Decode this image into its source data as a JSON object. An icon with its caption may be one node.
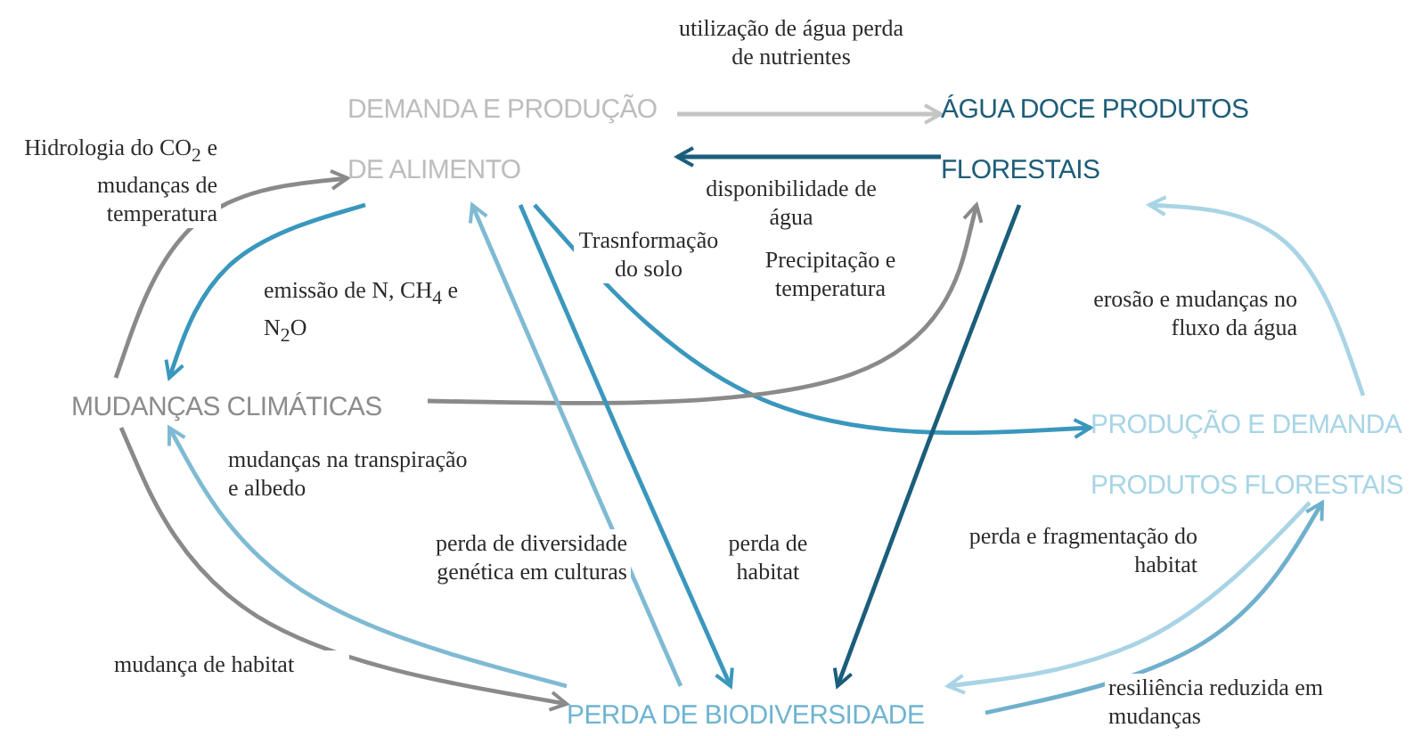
{
  "diagram": {
    "nodes": [
      {
        "text": [
          "DEMANDA E PRODUÇÃO DE ALIMENTO"
        ]
      },
      {
        "text": [
          "ÁGUA DOCE PRODUTOS FLORESTAIS"
        ]
      },
      {
        "text": [
          "MUDANÇAS CLIMÁTICAS"
        ]
      },
      {
        "text": [
          "PRODUÇÃO E DEMANDA PRODUTOS FLORESTAIS"
        ]
      },
      {
        "text": [
          "PERDA DE BIODIVERSIDADE"
        ]
      }
    ],
    "edges": [
      {
        "from": 0,
        "to": 1,
        "arrow": "to",
        "label": "utilização de água perda de nutrientes",
        "color": "#c4c4c4"
      },
      {
        "from": 1,
        "to": 0,
        "arrow": "to",
        "label": "disponibilidade de água",
        "color": "#1b5e7b"
      },
      {
        "from": 2,
        "to": 0,
        "arrow": "to",
        "label": "Hidrologia do CO$_{2}$ e mudanças de temperatura",
        "color": "#8a8a8a"
      },
      {
        "from": 0,
        "to": 2,
        "arrow": "to",
        "label": "emissão de N, CH$_{4}$ e N$_{2}$O"
      },
      {
        "from": 0,
        "to": 3,
        "arrow": "to",
        "label": "Trasnformação do solo"
      },
      {
        "from": 2,
        "to": 1,
        "arrow": "to",
        "label": "Precipitação e temperatura",
        "color": "#8a8a8a"
      },
      {
        "from": 3,
        "to": 1,
        "arrow": "to",
        "label": "erosão e mudanças no fluxo da água",
        "color": "#a9d4e5"
      },
      {
        "from": 1,
        "to": 4,
        "arrow": "to",
        "color": "#1b5e7b"
      },
      {
        "from": 0,
        "to": 4,
        "arrow": "to",
        "label": "perda de habitat"
      },
      {
        "from": 4,
        "to": 0,
        "arrow": "to",
        "label": "perda de diversidade genética em culturas",
        "color": "#7fbad3"
      },
      {
        "from": 4,
        "to": 2,
        "arrow": "to",
        "label": "mudanças na transpiração e albedo",
        "color": "#7fbad3"
      },
      {
        "from": 2,
        "to": 4,
        "arrow": "to",
        "label": "mudança de habitat",
        "color": "#8a8a8a"
      },
      {
        "from": 3,
        "to": 4,
        "arrow": "to",
        "label": "perda e fragmentação do habitat",
        "color": "#a9d4e5"
      },
      {
        "from": 4,
        "to": 3,
        "arrow": "to",
        "label": "resiliência reduzida em mudanças",
        "color": "#6fb0cc"
      }
    ]
  }
}
